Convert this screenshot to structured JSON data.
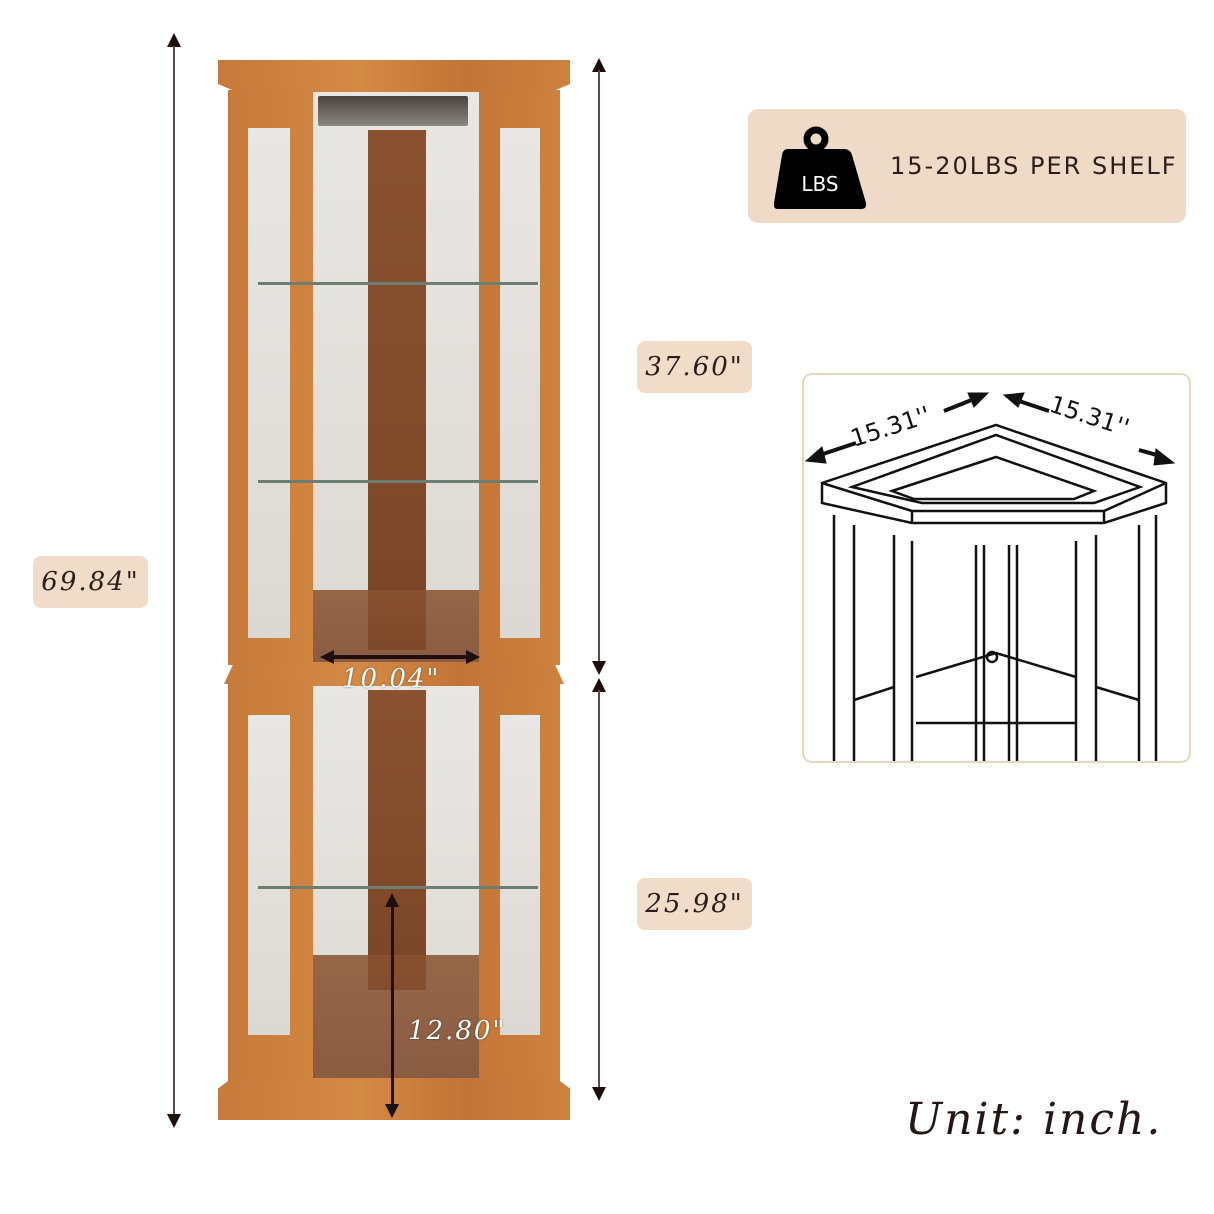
{
  "weight": {
    "icon": "weight-icon",
    "icon_label": "LBS",
    "text": "15-20LBS PER SHELF"
  },
  "dimensions": {
    "total_height": "69.84\"",
    "upper_height": "37.60\"",
    "lower_height": "25.98\"",
    "inner_width": "10.04\"",
    "bottom_clearance": "12.80\"",
    "top_side_left": "15.31''",
    "top_side_right": "15.31''"
  },
  "unit": "Unit: inch.",
  "colors": {
    "label_bg": "#f0dcc9",
    "wood": "#c77a3a",
    "text": "#2b1d1a",
    "arrow": "#1e0f0e"
  }
}
